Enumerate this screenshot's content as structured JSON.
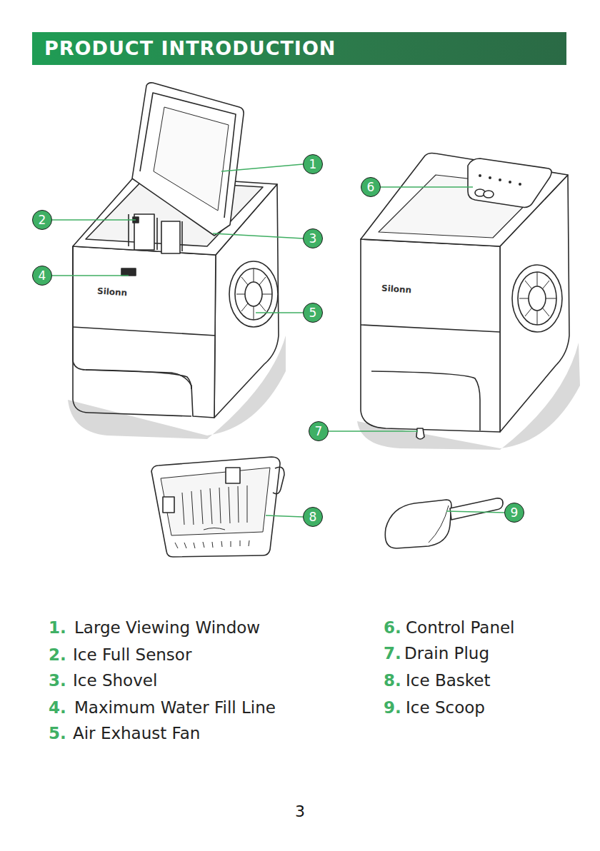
{
  "diagram": {
    "title": "PRODUCT INTRODUCTION",
    "nodes": [
      {
        "text": [
          "1"
        ]
      },
      {
        "text": [
          "6"
        ]
      },
      {
        "text": [
          "2"
        ]
      },
      {
        "text": [
          "3"
        ]
      },
      {
        "text": [
          "4"
        ]
      },
      {
        "text": [
          "5"
        ]
      },
      {
        "text": [
          "7"
        ]
      },
      {
        "text": [
          "8"
        ]
      },
      {
        "text": [
          "9"
        ]
      }
    ],
    "labels": [
      "Silonn",
      "Silonn",
      "1.",
      "Large Viewing Window",
      "2.",
      "Ice Full Sensor",
      "3.",
      "Ice Shovel",
      "4.",
      "Maximum Water Fill Line",
      "5.",
      "Air Exhaust Fan",
      "6.",
      "Control Panel",
      "7.",
      "Drain Plug",
      "8.",
      "Ice Basket",
      "9.",
      "Ice Scoop",
      "3"
    ]
  }
}
